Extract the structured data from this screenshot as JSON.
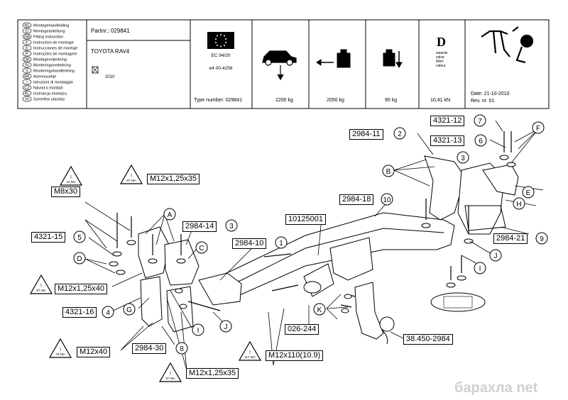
{
  "header": {
    "partnr": "Partnr.: 029841",
    "vehicle": "TOYOTA RAV4",
    "year": "2010",
    "languages": [
      {
        "code": "NL",
        "text": "Montagehandleiding"
      },
      {
        "code": "D",
        "text": "Montageanleitung"
      },
      {
        "code": "GB",
        "text": "Fitting instruction"
      },
      {
        "code": "F",
        "text": "Instruction de montage"
      },
      {
        "code": "E",
        "text": "Instrucciones de montaje"
      },
      {
        "code": "P",
        "text": "Instruções de montagem"
      },
      {
        "code": "DK",
        "text": "Montagevejledning"
      },
      {
        "code": "N",
        "text": "Monteringsveiledning"
      },
      {
        "code": "S",
        "text": "Monteringshandledning"
      },
      {
        "code": "RK",
        "text": "Asennusohje"
      },
      {
        "code": "I",
        "text": "Istruzioni di montaggio"
      },
      {
        "code": "CZ",
        "text": "Návod k montáži"
      },
      {
        "code": "PL",
        "text": "Instrukcja montażu"
      },
      {
        "code": "H",
        "text": "Szerelési utasítás"
      }
    ],
    "approval_line1": "EC 94/20",
    "approval_line2": "e4   00-4258",
    "type_number": "Type number: 029841",
    "mass_vehicle": "2200 kg",
    "trailer_mass": "2050 kg",
    "vertical_load": "90 kg",
    "d_symbol": "D",
    "d_value_words": [
      "waarde",
      "value",
      "Wert",
      "valeur"
    ],
    "d_value": "10,41 kN",
    "date": "Date: 21-10-2010",
    "rev": "Rev. nr.  01"
  },
  "part_labels": {
    "p2984_11": "2984-11",
    "p4321_12": "4321-12",
    "p4321_13": "4321-13",
    "p2984_18": "2984-18",
    "p10125001": "10125001",
    "p2984_14": "2984-14",
    "p2984_10": "2984-10",
    "p4321_15": "4321-15",
    "p4321_16": "4321-16",
    "p2984_21": "2984-21",
    "p2984_30": "2984-30",
    "p026_244": "026-244",
    "p38450": "38.450-2984",
    "m8x30": "M8x30",
    "m12_35_a": "M12x1,25x35",
    "m12_40": "M12x1,25x40",
    "m12x40": "M12x40",
    "m12_35_b": "M12x1,25x35",
    "m12x110": "M12x110(10.9)"
  },
  "numbers": {
    "n2": "2",
    "n7": "7",
    "n6": "6",
    "n10": "10",
    "n3": "3",
    "n1": "1",
    "n5": "5",
    "n4": "4",
    "n9": "9",
    "n8": "8",
    "n3b": "3"
  },
  "letters": {
    "F": "F",
    "B": "B",
    "E": "E",
    "H": "H",
    "A": "A",
    "C": "C",
    "D": "D",
    "J": "J",
    "I": "I",
    "G": "G",
    "I2": "I",
    "J2": "J",
    "K": "K"
  },
  "torques": {
    "t23": "23 Nm",
    "t87a": "87 Nm",
    "t87b": "87 Nm",
    "t79": "79 Nm",
    "t117": "117 Nm",
    "t87c": "87 Nm"
  },
  "watermark": "барахла net"
}
